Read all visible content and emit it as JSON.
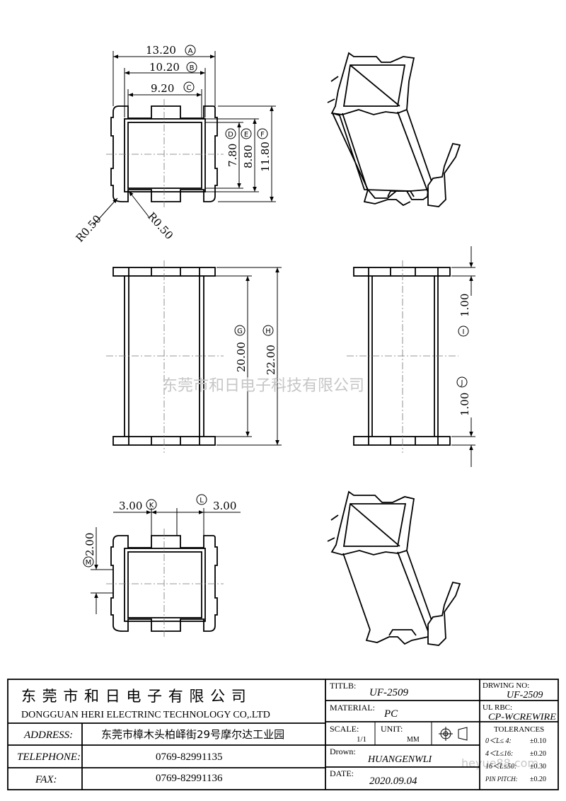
{
  "dimensions": {
    "a": "13.20",
    "a_mark": "A",
    "b": "10.20",
    "b_mark": "B",
    "c": "9.20",
    "c_mark": "C",
    "d": "7.80",
    "d_mark": "D",
    "e": "8.80",
    "e_mark": "E",
    "f": "11.80",
    "f_mark": "F",
    "g": "20.00",
    "g_mark": "G",
    "h": "22.00",
    "h_mark": "H",
    "i": "1.00",
    "i_mark": "I",
    "j": "1.00",
    "j_mark": "J",
    "k": "3.00",
    "k_mark": "K",
    "l": "3.00",
    "l_mark": "L",
    "m": "2.00",
    "m_mark": "M",
    "r1": "R0.50",
    "r2": "R0.50"
  },
  "watermark": "东莞市和日电子科技有限公司",
  "watermark_url": "heyue88.com",
  "title_block": {
    "company_cn": "东 莞 市 和 日 电 子 有 限 公 司",
    "company_en": "DONGGUAN HERI ELECTRINC TECHNOLOGY CO,.LTD",
    "address_label": "ADDRESS:",
    "address_value": "东莞市樟木头柏峄街29号摩尔达工业园",
    "telephone_label": "TELEPHONE:",
    "telephone_value": "0769-82991135",
    "fax_label": "FAX:",
    "fax_value": "0769-82991136",
    "title_label": "TITLB:",
    "title_value": "UF-2509",
    "material_label": "MATERIAL:",
    "material_value": "PC",
    "scale_label": "SCALE:",
    "scale_value": "1/1",
    "unit_label": "UNIT:",
    "unit_value": "MM",
    "drawn_label": "Drown:",
    "drawn_value": "HUANGENWLI",
    "date_label": "DATE:",
    "date_value": "2020.09.04",
    "drawing_no_label": "DRWING NO:",
    "drawing_no_value": "UF-2509",
    "ul_label": "UL RBC:",
    "ul_value": "CP-WCREWIRE",
    "tolerances_label": "TOLERANCES",
    "tol_rows": [
      {
        "range": "0＜L≤ 4:",
        "value": "±0.10"
      },
      {
        "range": "4＜L≤16:",
        "value": "±0.20"
      },
      {
        "range": "16＜L≤50:",
        "value": "±0.30"
      },
      {
        "range": "PIN PITCH:",
        "value": "±0.20"
      }
    ]
  }
}
